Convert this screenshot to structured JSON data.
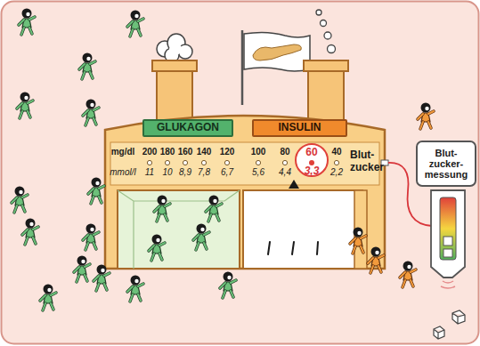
{
  "diagram": {
    "nodes": [
      {
        "text": [
          "GLUKAGON"
        ]
      },
      {
        "text": [
          "INSULIN"
        ]
      },
      {
        "text": [
          "Blut-zucker-messung"
        ]
      }
    ],
    "labels": [
      "mg/dl",
      "200",
      "180",
      "160",
      "140",
      "120",
      "100",
      "80",
      "60",
      "40",
      "mmol/l",
      "11",
      "10",
      "8,9",
      "7,8",
      "6,7",
      "5,6",
      "4,4",
      "3,3",
      "2,2",
      "Blut-zucker"
    ]
  }
}
